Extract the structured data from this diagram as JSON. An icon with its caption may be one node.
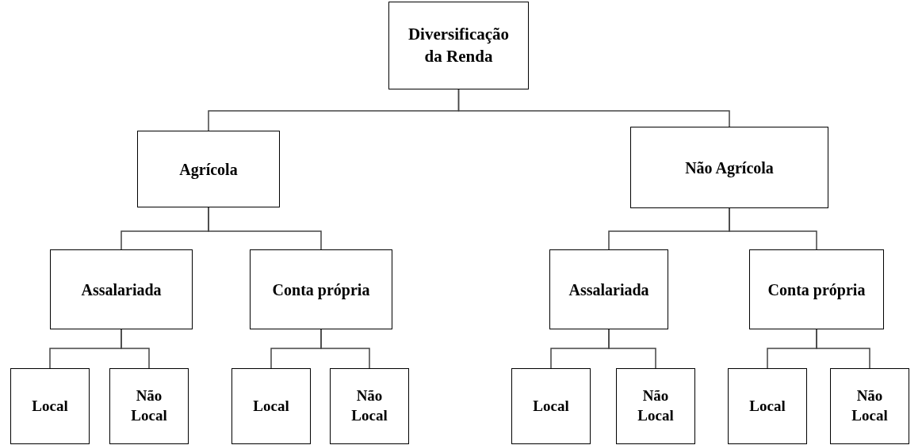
{
  "diagram": {
    "nodes": [
      {
        "text": [
          "Diversificação da Renda"
        ]
      },
      {
        "text": [
          "Agrícola"
        ]
      },
      {
        "text": [
          "Não Agrícola"
        ]
      },
      {
        "text": [
          "Assalariada"
        ]
      },
      {
        "text": [
          "Conta própria"
        ]
      },
      {
        "text": [
          "Assalariada"
        ]
      },
      {
        "text": [
          "Conta própria"
        ]
      },
      {
        "text": [
          "Local"
        ]
      },
      {
        "text": [
          "Não Local"
        ]
      },
      {
        "text": [
          "Local"
        ]
      },
      {
        "text": [
          "Não Local"
        ]
      },
      {
        "text": [
          "Local"
        ]
      },
      {
        "text": [
          "Não Local"
        ]
      },
      {
        "text": [
          "Local"
        ]
      },
      {
        "text": [
          "Não Local"
        ]
      }
    ],
    "edges": [
      {
        "from": 0,
        "to": 1,
        "arrow": "none"
      },
      {
        "from": 0,
        "to": 2,
        "arrow": "none"
      },
      {
        "from": 1,
        "to": 3,
        "arrow": "none"
      },
      {
        "from": 1,
        "to": 4,
        "arrow": "none"
      },
      {
        "from": 2,
        "to": 5,
        "arrow": "none"
      },
      {
        "from": 2,
        "to": 6,
        "arrow": "none"
      },
      {
        "from": 3,
        "to": 7,
        "arrow": "none"
      },
      {
        "from": 3,
        "to": 8,
        "arrow": "none"
      },
      {
        "from": 4,
        "to": 9,
        "arrow": "none"
      },
      {
        "from": 4,
        "to": 10,
        "arrow": "none"
      },
      {
        "from": 5,
        "to": 11,
        "arrow": "none"
      },
      {
        "from": 5,
        "to": 12,
        "arrow": "none"
      },
      {
        "from": 6,
        "to": 13,
        "arrow": "none"
      },
      {
        "from": 6,
        "to": 14,
        "arrow": "none"
      }
    ]
  }
}
